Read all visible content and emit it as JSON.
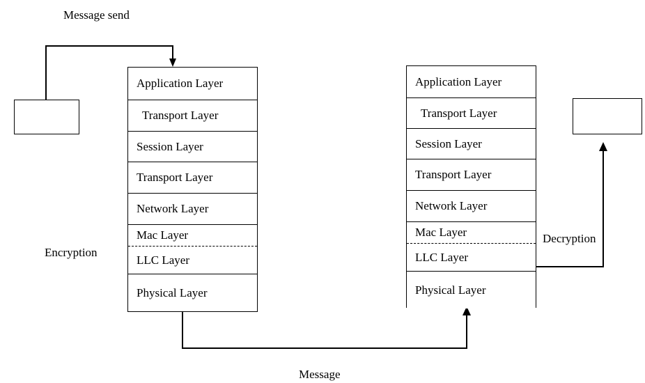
{
  "diagram": {
    "title_top": "Message send",
    "bottom_label": "Message",
    "left_side_label": "Encryption",
    "right_side_label": "Decryption",
    "stacks": [
      {
        "name": "sender-stack",
        "layers": [
          "Application Layer",
          "Transport Layer",
          "Session Layer",
          "Transport Layer",
          "Network Layer",
          "Mac Layer",
          "LLC Layer",
          "Physical Layer"
        ]
      },
      {
        "name": "receiver-stack",
        "layers": [
          "Application Layer",
          "Transport Layer",
          "Session Layer",
          "Transport Layer",
          "Network Layer",
          "Mac Layer",
          "LLC Layer",
          "Physical Layer"
        ]
      }
    ],
    "endpoints": [
      {
        "name": "source-node",
        "label": ""
      },
      {
        "name": "destination-node",
        "label": ""
      }
    ],
    "colors": {
      "stroke": "#000000",
      "background": "#ffffff"
    }
  }
}
